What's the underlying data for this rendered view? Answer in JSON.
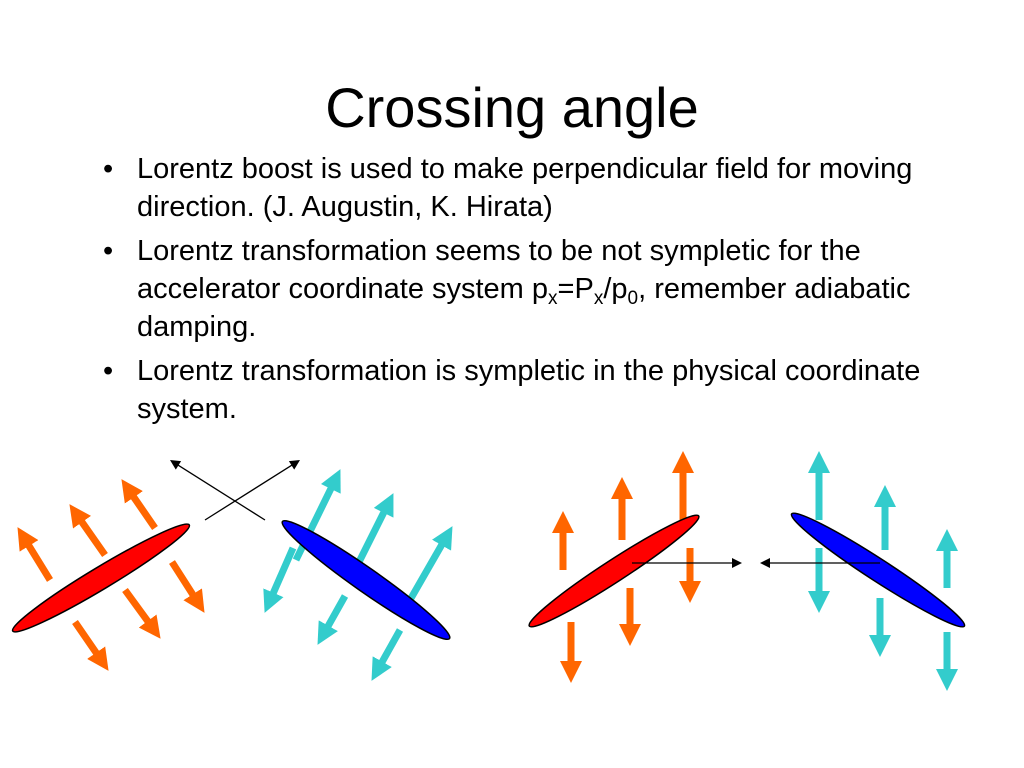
{
  "title": "Crossing angle",
  "bullet_symbol": "•",
  "bullets": [
    {
      "text": "Lorentz boost is used to make perpendicular field for moving direction. (J. Augustin, K. Hirata)"
    },
    {
      "text_before": "Lorentz transformation seems to be not sympletic for the accelerator coordinate system p",
      "sub1": "x",
      "mid1": "=P",
      "sub2": "x",
      "mid2": "/p",
      "sub3": "0",
      "text_after": ", remember adiabatic damping."
    },
    {
      "text": "Lorentz transformation is sympletic in the physical coordinate system."
    }
  ],
  "colors": {
    "red_beam": "#ff0000",
    "blue_beam": "#0000ff",
    "orange_arrow": "#ff6600",
    "cyan_arrow": "#33cccc",
    "outline": "#000000"
  }
}
